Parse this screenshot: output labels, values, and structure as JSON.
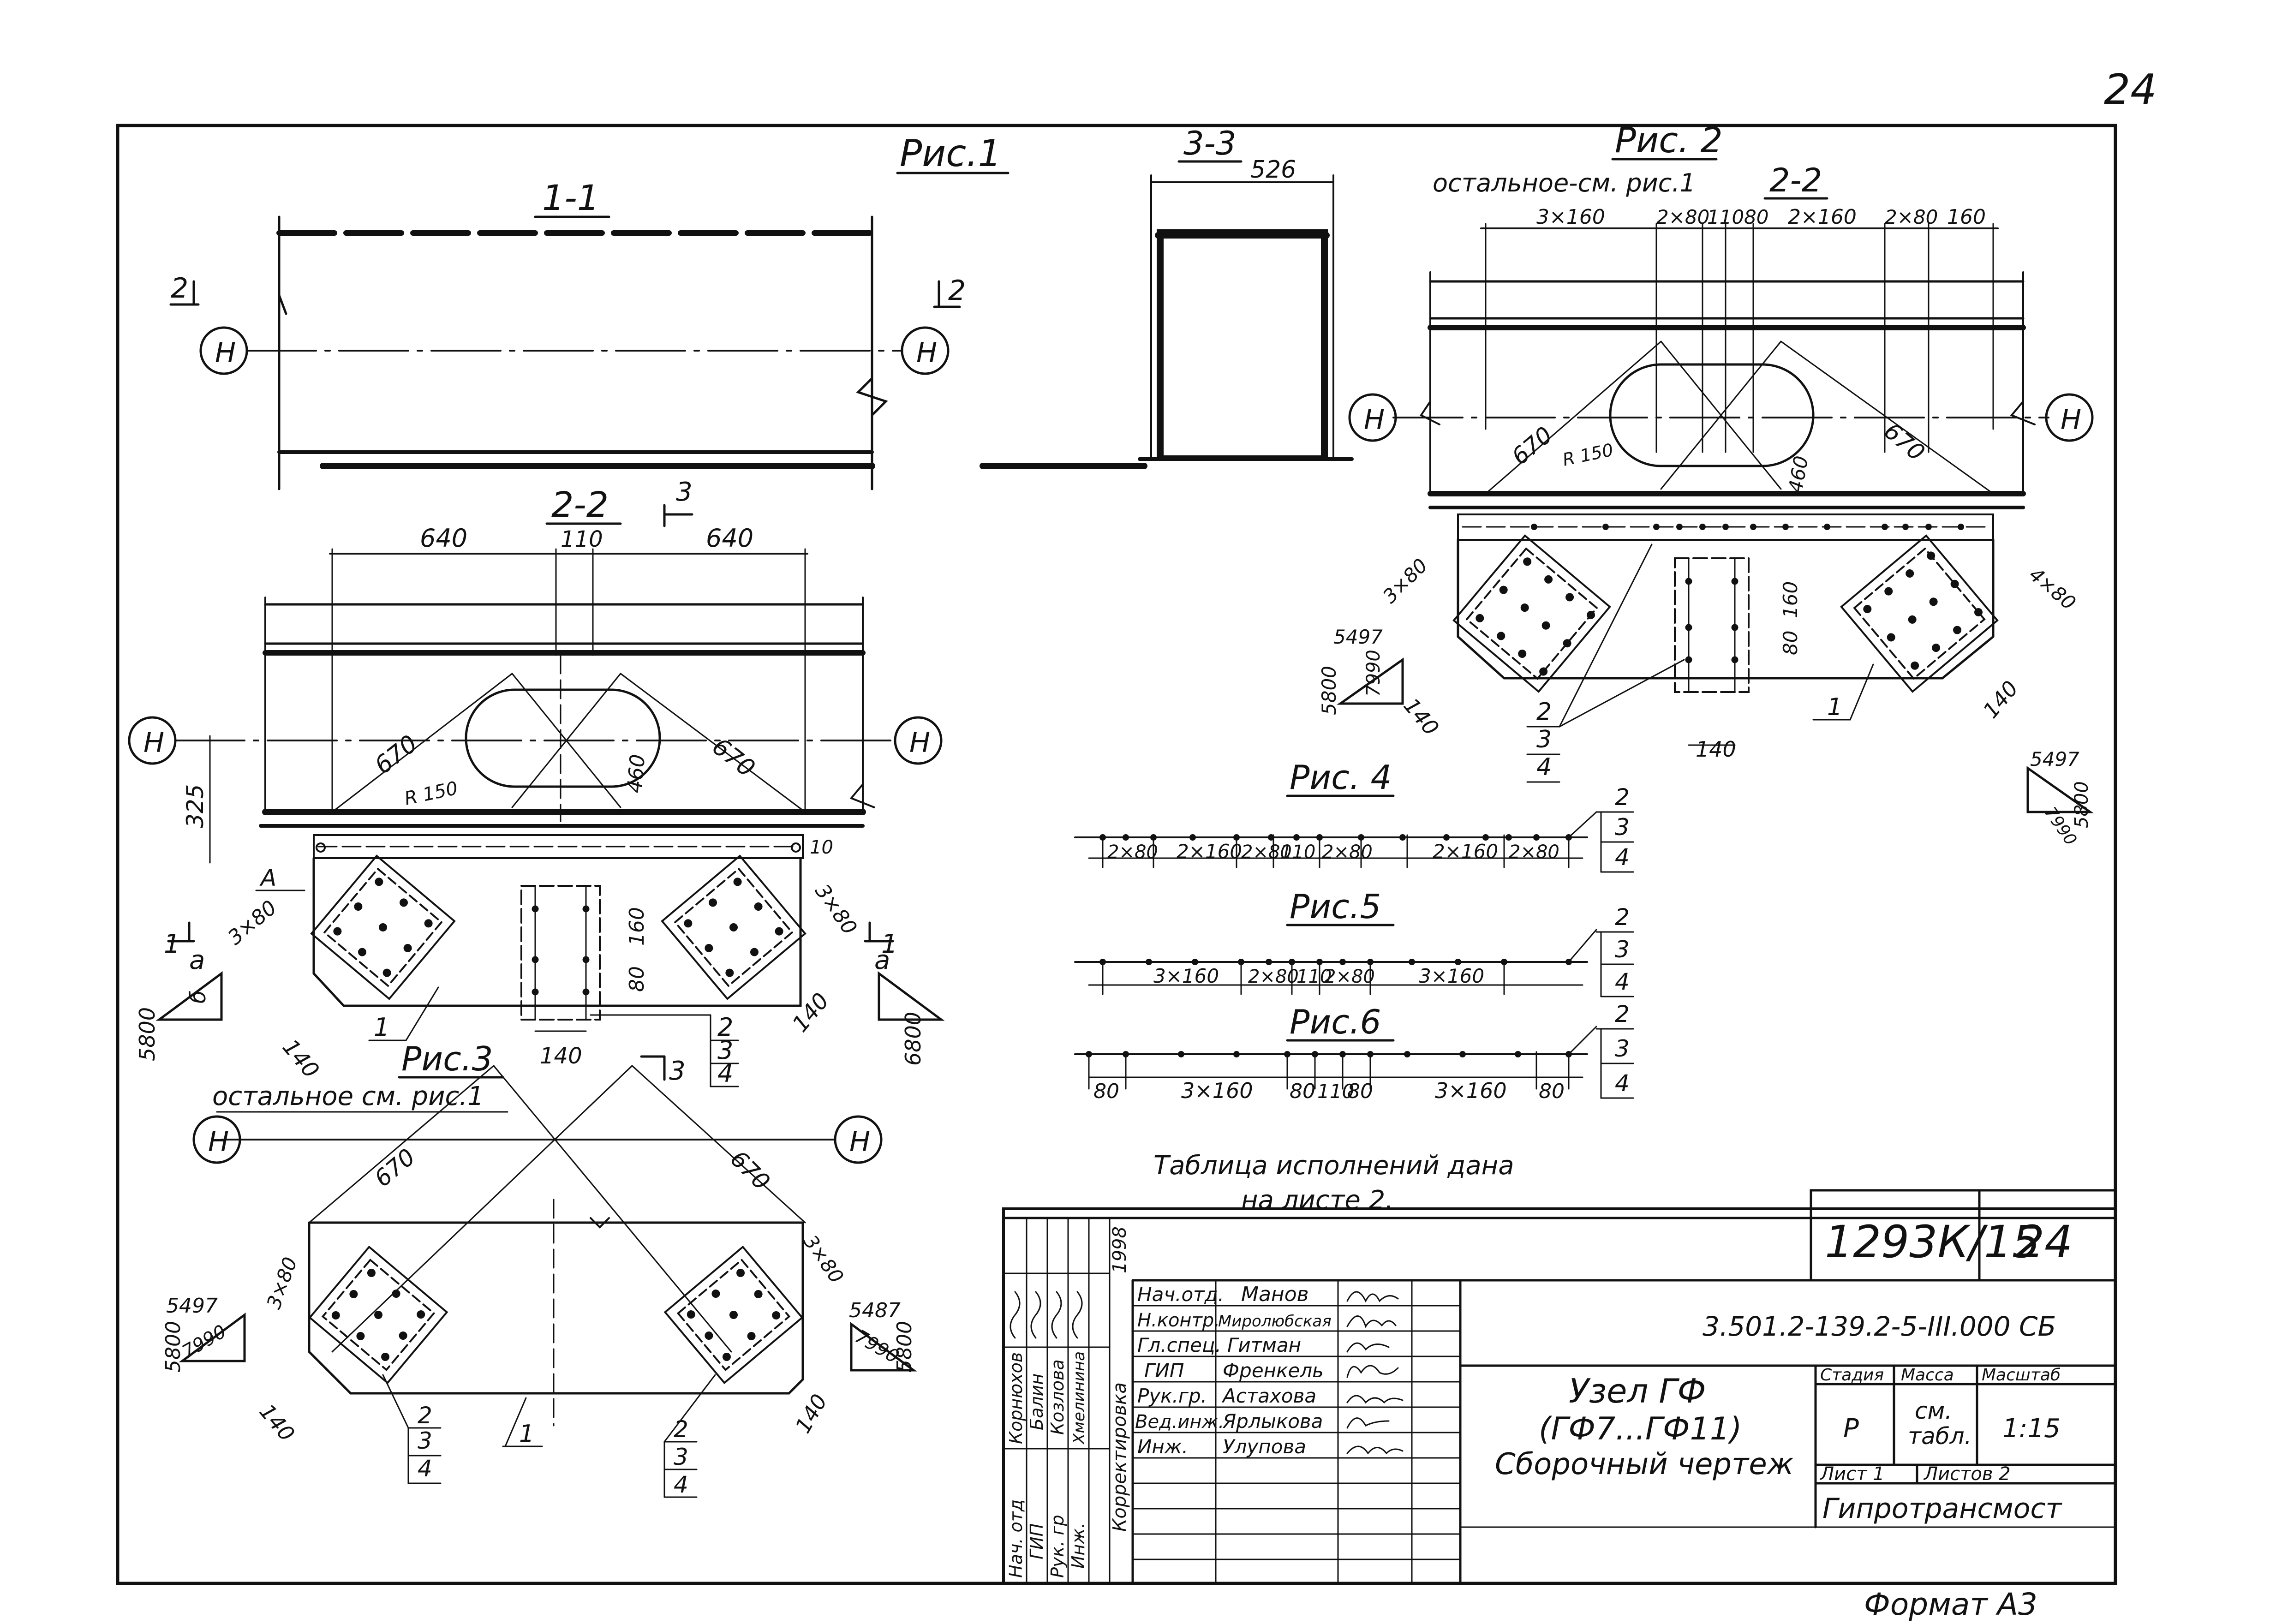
{
  "sheet": {
    "page_number": "24",
    "format": "Формат А3",
    "note_line1": "Таблица исполнений дана",
    "note_line2": "на листе 2."
  },
  "fig1": {
    "title": "Рис.1",
    "sec11": "1-1",
    "sec22": "2-2",
    "axis_label": "Н",
    "cut2": "2",
    "cut3": "3",
    "cut1": "1",
    "dims": {
      "d640a": "640",
      "d110": "110",
      "d640b": "640",
      "d325": "325",
      "d670a": "670",
      "d670b": "670",
      "r150": "R 150",
      "d460": "460",
      "d380a": "3×80",
      "d380b": "3×80",
      "d140a": "140",
      "d140b": "140",
      "d140c": "140",
      "d80": "80",
      "d160": "160",
      "d10": "10",
      "mark_a": "А",
      "mark_a2": "а",
      "mark_b2": "б",
      "lvl_a": "5800",
      "lvl_b": "6800"
    },
    "pos1": "1",
    "pos2": "2",
    "pos3": "3",
    "pos4": "4"
  },
  "fig33": {
    "sec": "3-3",
    "dim": "526"
  },
  "fig2": {
    "title": "Рис. 2",
    "note": "остальное-см. рис.1",
    "sec": "2-2",
    "dims_top": [
      "3×160",
      "2×80",
      "110",
      "80",
      "2×160",
      "2×80",
      "160"
    ],
    "d670a": "670",
    "d670b": "670",
    "r150": "R 150",
    "d460": "460",
    "d380a": "3×80",
    "d380b": "4×80",
    "d140a": "140",
    "d140b": "140",
    "d140c": "140",
    "d80": "80",
    "d160": "160",
    "lv1a": "5497",
    "lv1b": "7990",
    "lv1c": "5800",
    "lv2a": "5497",
    "lv2b": "7990",
    "lv2c": "5800",
    "pos1": "1",
    "pos2": "2",
    "pos3": "3",
    "pos4": "4"
  },
  "fig3": {
    "title": "Рис.3",
    "note": "остальное см. рис.1",
    "d670a": "670",
    "d670b": "670",
    "d380a": "3×80",
    "d380b": "3×80",
    "d140a": "140",
    "d140b": "140",
    "lv1a": "5497",
    "lv1b": "7990",
    "lv1c": "5800",
    "lv2a": "5487",
    "lv2b": "7990",
    "lv2c": "5800",
    "pos1": "1",
    "pos2a": "2",
    "pos3a": "3",
    "pos4a": "4",
    "pos2b": "2",
    "pos3b": "3",
    "pos4b": "4"
  },
  "fig4": {
    "title": "Рис. 4",
    "dims": [
      "2×80",
      "2×160",
      "2×80",
      "110",
      "2×80",
      "2×160",
      "2×80"
    ],
    "pos": [
      "2",
      "3",
      "4"
    ]
  },
  "fig5": {
    "title": "Рис.5",
    "dims": [
      "3×160",
      "2×80",
      "110",
      "2×80",
      "3×160"
    ],
    "pos": [
      "2",
      "3",
      "4"
    ]
  },
  "fig6": {
    "title": "Рис.6",
    "dims": [
      "80",
      "3×160",
      "80",
      "110",
      "80",
      "3×160",
      "80"
    ],
    "pos": [
      "2",
      "3",
      "4"
    ]
  },
  "title_block": {
    "doc_number": "1293К/15",
    "sheet_no": "24",
    "code": "3.501.2-139.2-5-III.000 СБ",
    "name1": "Узел ГФ",
    "name2": "(ГФ7...ГФ11)",
    "name3": "Сборочный чертеж",
    "col_stage": "Стадия",
    "col_mass": "Масса",
    "col_scale": "Масштаб",
    "stage": "Р",
    "mass1": "см.",
    "mass2": "табл.",
    "scale": "1:15",
    "sheet_label": "Лист 1",
    "sheets_label": "Листов 2",
    "org": "Гипротрансмост",
    "roles": [
      "Нач.отд.",
      "Н.контр.",
      "Гл.спец.",
      "ГИП",
      "Рук.гр.",
      "Вед.инж.",
      "Инж."
    ],
    "names": [
      "Манов",
      "Миролюбская",
      "Гитман",
      "Френкель",
      "Астахова",
      "Ярлыкова",
      "Улупова"
    ],
    "side_roles": [
      "Нач. отд",
      "ГИП",
      "Рук. гр",
      "Инж."
    ],
    "side_names": [
      "Корнюхов",
      "Балин",
      "Козлова",
      "Хмелинина"
    ],
    "side_note": "Корректировка",
    "side_year": "1998"
  }
}
